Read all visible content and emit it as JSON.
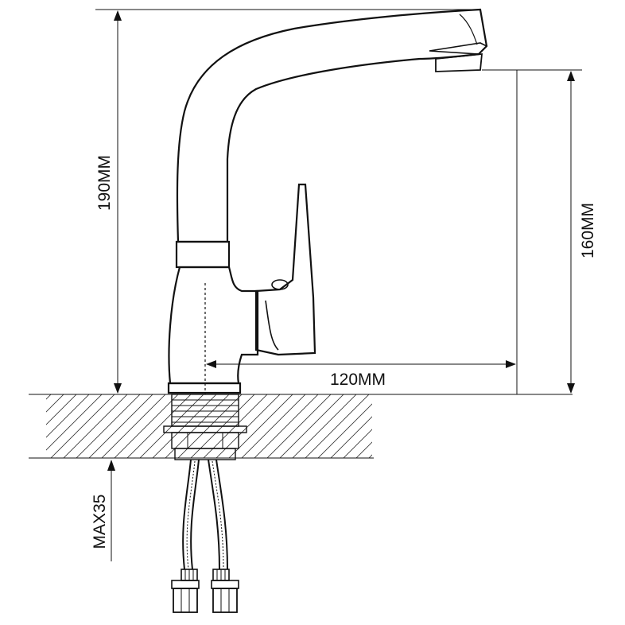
{
  "dimensions": {
    "total_height": "190MM",
    "spout_height": "160MM",
    "spout_reach": "120MM",
    "max_counter_thickness": "MAX35"
  },
  "colors": {
    "line": "#111111",
    "background": "#ffffff"
  }
}
